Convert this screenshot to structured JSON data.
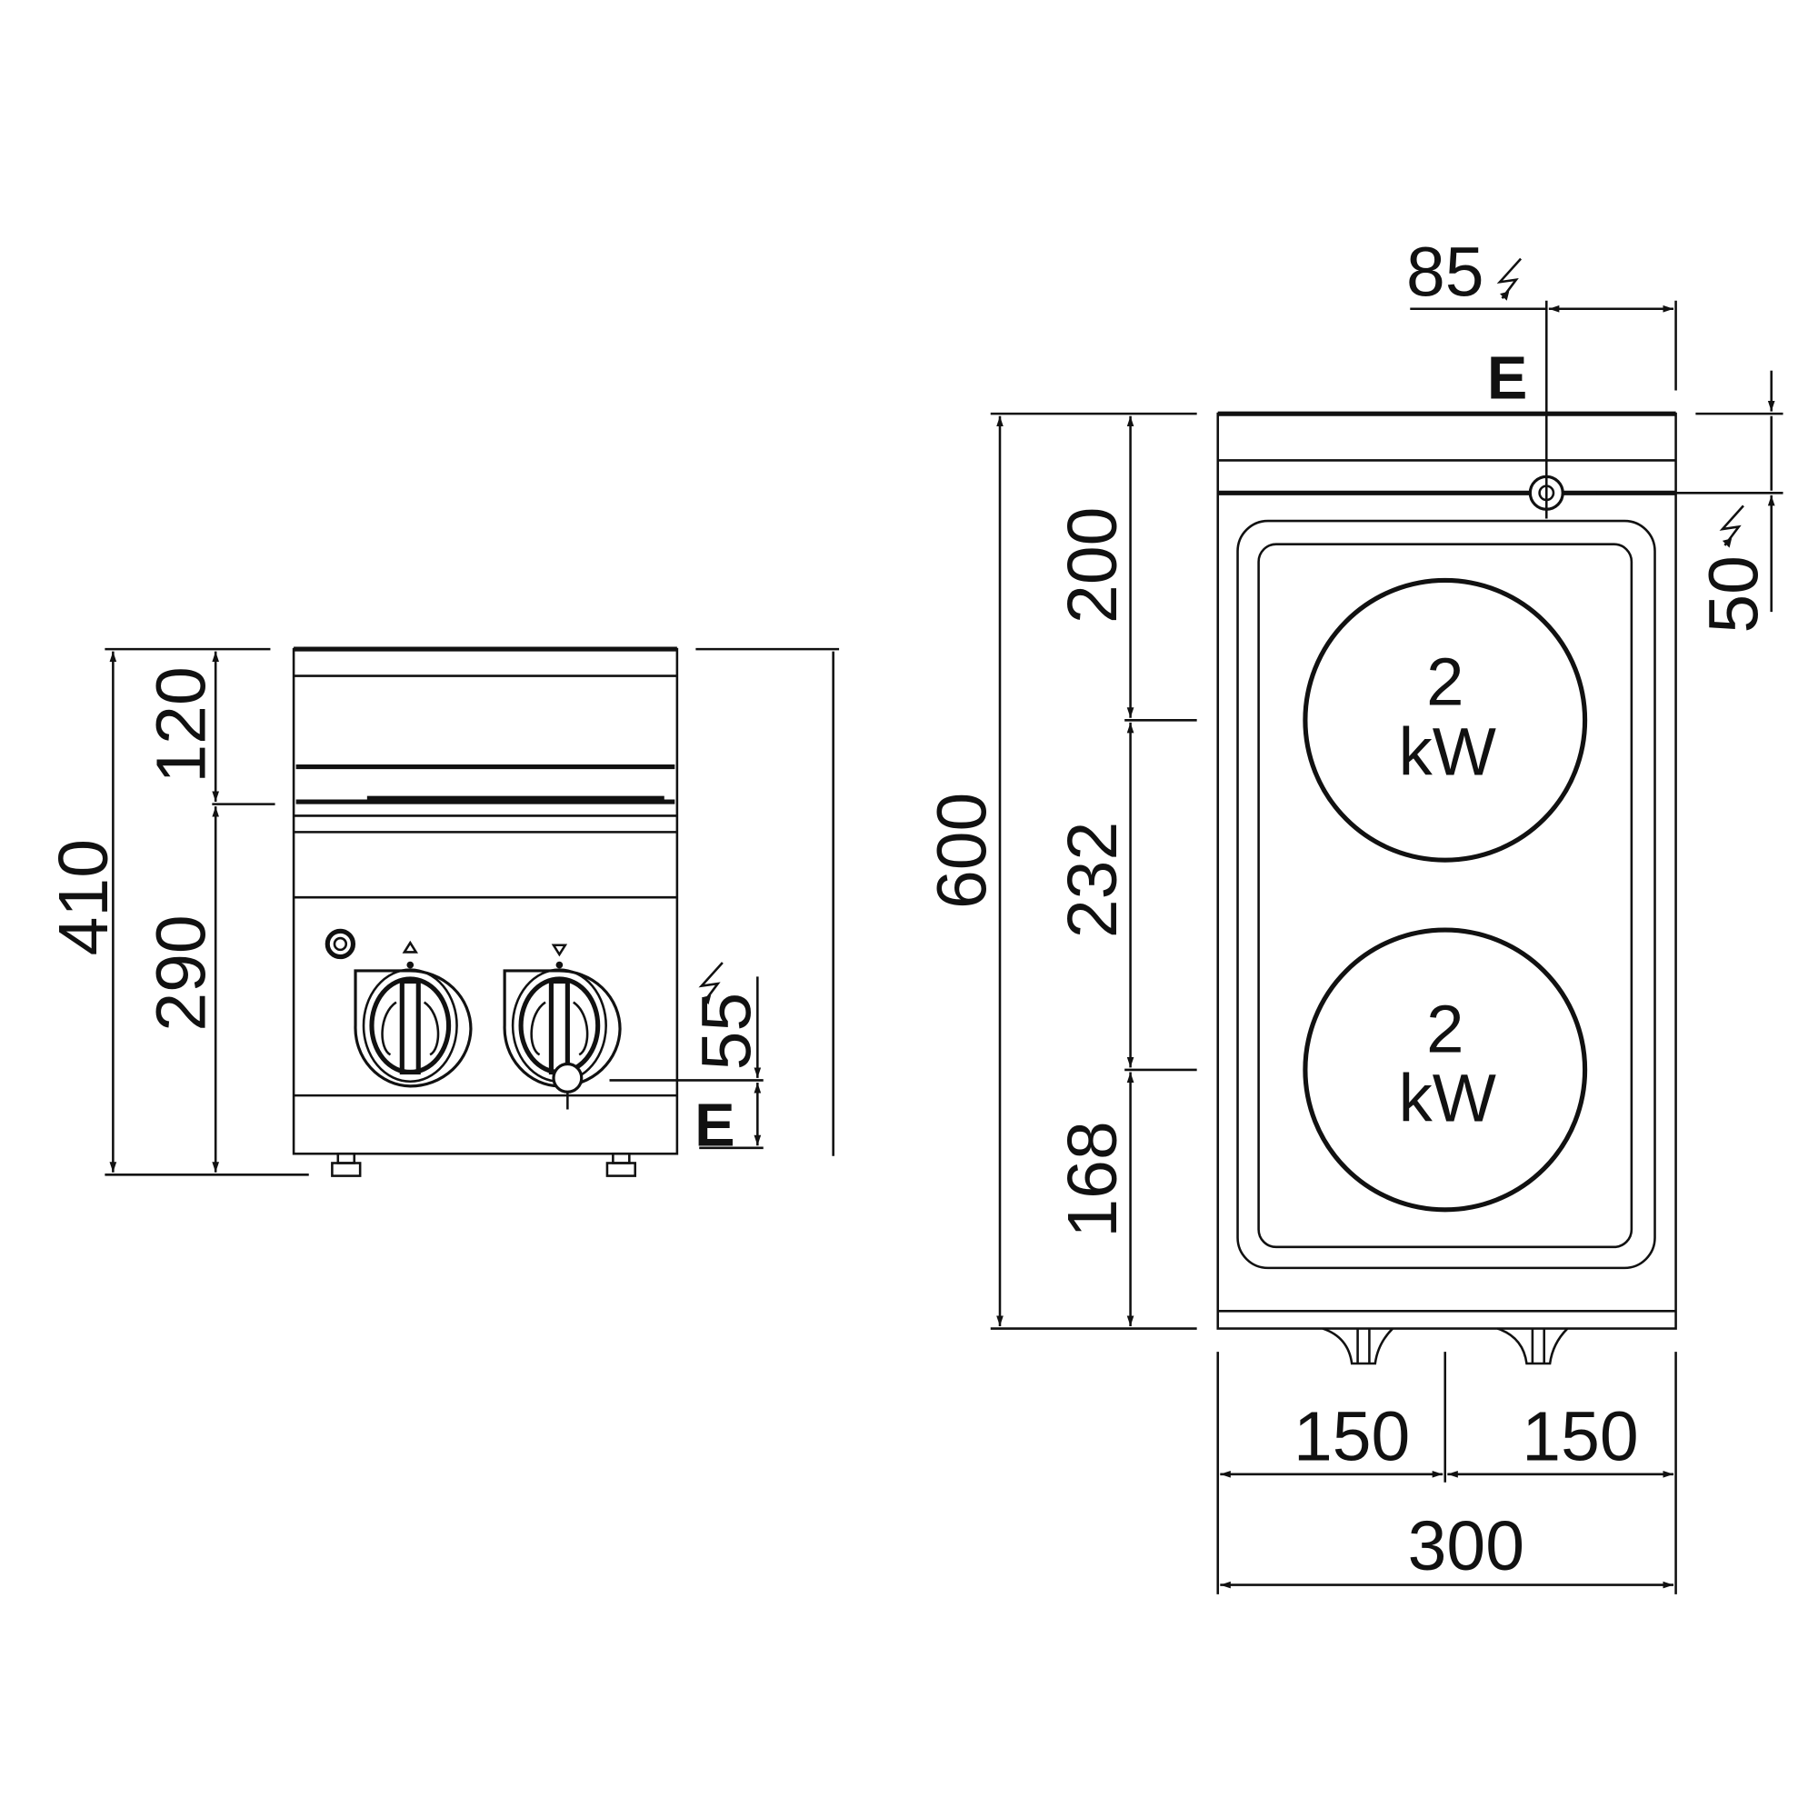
{
  "colors": {
    "line": "#111111",
    "background": "#ffffff"
  },
  "front_view": {
    "dimensions": {
      "total_height": "410",
      "upper_height": "120",
      "lower_height": "290",
      "connection_height": "55"
    },
    "connection_label": "E",
    "icons": [
      "power-indicator-light",
      "control-knob-left",
      "control-knob-right",
      "electric-connection-icon",
      "lightning-icon"
    ]
  },
  "top_view": {
    "dimensions": {
      "depth": "600",
      "front_segment": "200",
      "middle_segment": "232",
      "rear_segment": "168",
      "half_width_left": "150",
      "half_width_right": "150",
      "total_width": "300",
      "connection_offset_x": "85",
      "connection_offset_y": "50"
    },
    "connection_label": "E",
    "hotplates": [
      {
        "power_value": "2",
        "power_unit": "kW"
      },
      {
        "power_value": "2",
        "power_unit": "kW"
      }
    ]
  }
}
